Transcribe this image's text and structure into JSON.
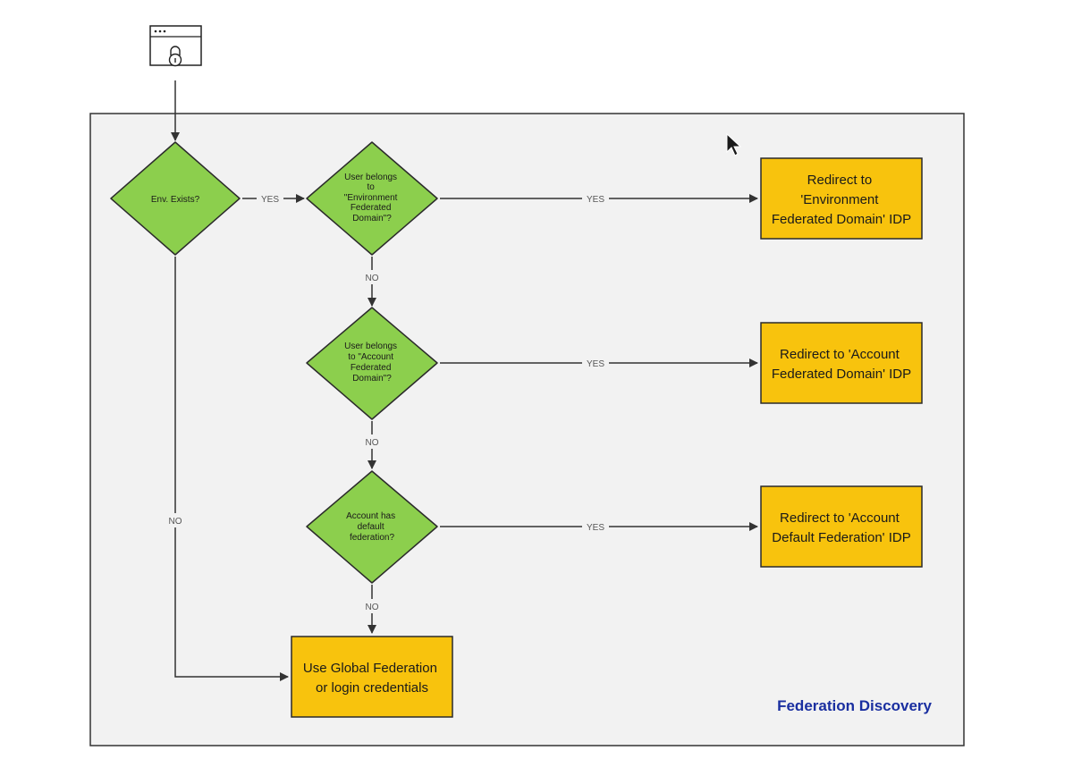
{
  "frame": {
    "title": "Federation Discovery",
    "background": "#f2f2f2",
    "border": "#333333",
    "title_color": "#1a2fa0"
  },
  "colors": {
    "diamond_fill": "#8ccf4d",
    "diamond_stroke": "#2b2b2b",
    "box_fill": "#f8c30d",
    "box_stroke": "#2b2b2b",
    "edge": "#333333"
  },
  "start_icon": {
    "icon": "browser-lock-icon"
  },
  "decisions": {
    "env_exists": [
      "Env. Exists?"
    ],
    "env_domain": [
      "User belongs",
      "to",
      "\"Environment",
      "Federated",
      "Domain\"?"
    ],
    "account_domain": [
      "User belongs",
      "to \"Account",
      "Federated",
      "Domain\"?"
    ],
    "default_federation": [
      "Account has",
      "default",
      "federation?"
    ]
  },
  "outcomes": {
    "env_idp": [
      "Redirect to",
      "'Environment",
      "Federated Domain' IDP"
    ],
    "account_idp": [
      "Redirect to 'Account",
      "Federated Domain' IDP"
    ],
    "default_idp": [
      "Redirect to 'Account",
      "Default Federation' IDP"
    ],
    "global": [
      "Use Global Federation",
      "or login credentials"
    ]
  },
  "edge_labels": {
    "env_yes": "YES",
    "env_no": "NO",
    "envdomain_yes": "YES",
    "envdomain_no": "NO",
    "accdomain_yes": "YES",
    "accdomain_no": "NO",
    "default_yes": "YES",
    "default_no": "NO"
  }
}
